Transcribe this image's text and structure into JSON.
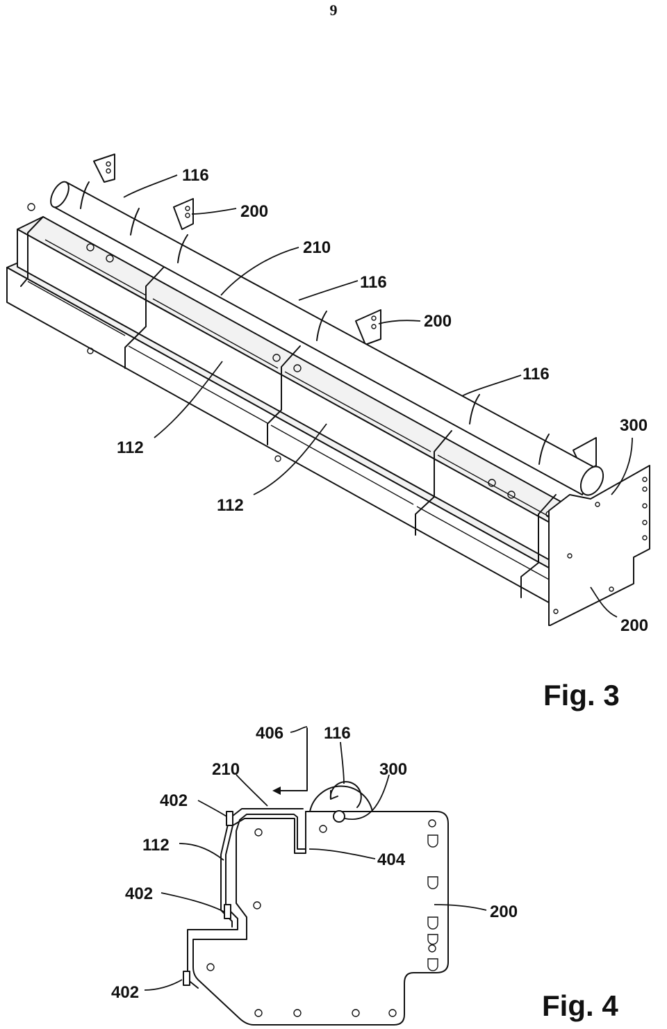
{
  "page_number": "9",
  "fig3": {
    "caption": "Fig. 3",
    "labels": {
      "l116a": "116",
      "l200a": "200",
      "l210": "210",
      "l116b": "116",
      "l200b": "200",
      "l116c": "116",
      "l300": "300",
      "l112a": "112",
      "l112b": "112",
      "l200c": "200"
    }
  },
  "fig4": {
    "caption": "Fig. 4",
    "labels": {
      "l406": "406",
      "l116": "116",
      "l210": "210",
      "l300": "300",
      "l402a": "402",
      "l112": "112",
      "l404": "404",
      "l402b": "402",
      "l200": "200",
      "l402c": "402"
    }
  }
}
